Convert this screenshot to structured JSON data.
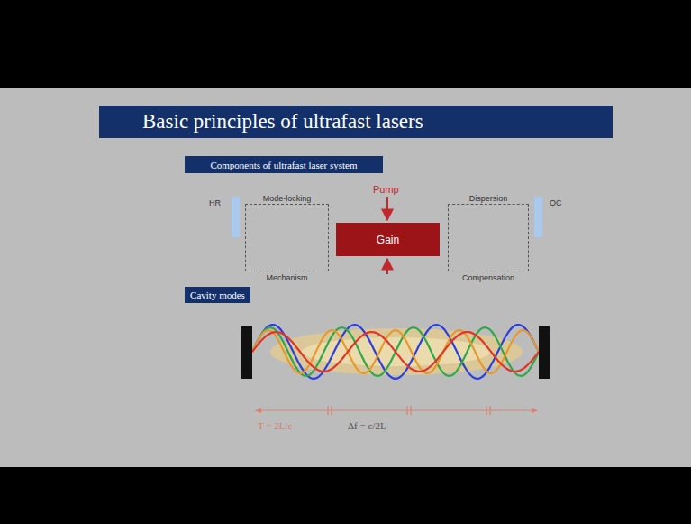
{
  "diagram": {
    "title": "Basic principles of ultrafast lasers",
    "nodes": [
      {
        "text": [
          "Components of ultrafast laser system"
        ]
      },
      {
        "text": [
          "HR"
        ]
      },
      {
        "text": [
          "Mode-locking",
          "Mechanism"
        ]
      },
      {
        "text": [
          "Gain"
        ]
      },
      {
        "text": [
          "Dispersion",
          "Compensation"
        ]
      },
      {
        "text": [
          "OC"
        ]
      },
      {
        "text": [
          "Cavity modes"
        ]
      }
    ],
    "labels": [
      "Pump",
      "T = 2L/c",
      "Δf = c/2L"
    ]
  }
}
